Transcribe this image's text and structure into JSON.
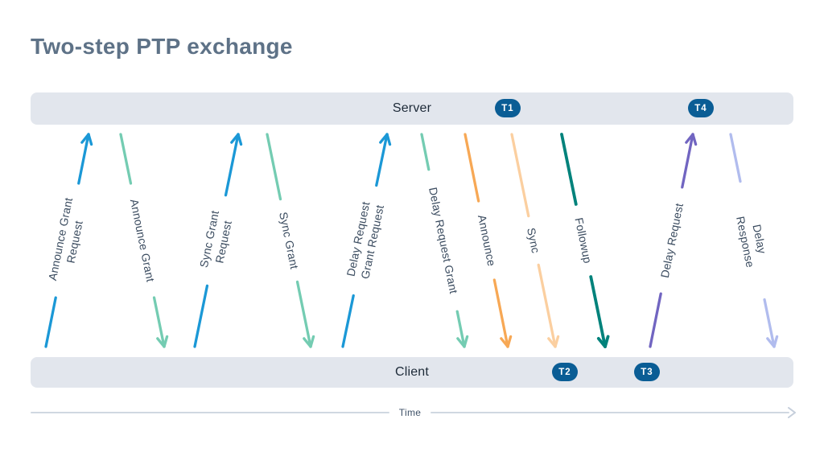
{
  "title": "Two-step PTP exchange",
  "lanes": {
    "server": {
      "label": "Server",
      "badges": [
        {
          "label": "T1"
        },
        {
          "label": "T4"
        }
      ]
    },
    "client": {
      "label": "Client",
      "badges": [
        {
          "label": "T2"
        },
        {
          "label": "T3"
        }
      ]
    }
  },
  "time_axis": {
    "label": "Time"
  },
  "arrows": [
    {
      "label": "Announce Grant\nRequest",
      "color": "#1b98d6",
      "direction": "client-to-server"
    },
    {
      "label": "Announce Grant",
      "color": "#74ccb2",
      "direction": "server-to-client"
    },
    {
      "label": "Sync Grant\nRequest",
      "color": "#1b98d6",
      "direction": "client-to-server"
    },
    {
      "label": "Sync Grant",
      "color": "#74ccb2",
      "direction": "server-to-client"
    },
    {
      "label": "Delay Request\nGrant Request",
      "color": "#1b98d6",
      "direction": "client-to-server"
    },
    {
      "label": "Delay Request Grant",
      "color": "#74ccb2",
      "direction": "server-to-client"
    },
    {
      "label": "Announce",
      "color": "#f7a855",
      "direction": "server-to-client"
    },
    {
      "label": "Sync",
      "color": "#fbcfa0",
      "direction": "server-to-client"
    },
    {
      "label": "Followup",
      "color": "#00827b",
      "direction": "server-to-client"
    },
    {
      "label": "Delay Request",
      "color": "#7165c1",
      "direction": "client-to-server"
    },
    {
      "label": "Delay Response",
      "color": "#b1bcee",
      "direction": "server-to-client"
    }
  ],
  "colors": {
    "badge_background": "#0a5d95",
    "badge_text": "#ffffff",
    "lane_fill": "#e2e6ed",
    "lane_text": "#1d2a38",
    "title_text": "#5e7287",
    "arrow_label_text": "#3a4b5f",
    "time_axis_line": "#d0d8e1"
  }
}
